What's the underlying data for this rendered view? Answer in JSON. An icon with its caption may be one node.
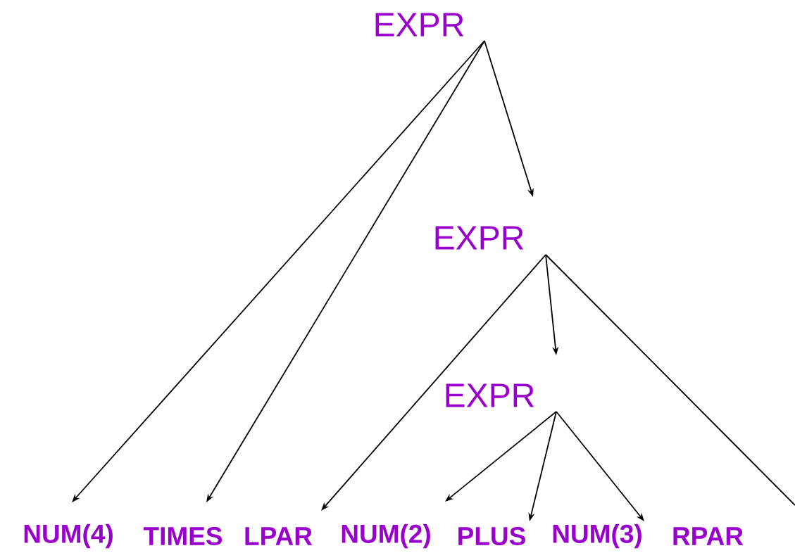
{
  "diagram": {
    "nodes": [
      {
        "text": [
          "EXPR"
        ]
      },
      {
        "text": [
          "EXPR"
        ]
      },
      {
        "text": [
          "EXPR"
        ]
      },
      {
        "text": [
          "NUM(4)"
        ]
      },
      {
        "text": [
          "TIMES"
        ]
      },
      {
        "text": [
          "LPAR"
        ]
      },
      {
        "text": [
          "NUM(2)"
        ]
      },
      {
        "text": [
          "PLUS"
        ]
      },
      {
        "text": [
          "NUM(3)"
        ]
      },
      {
        "text": [
          "RPAR"
        ]
      }
    ],
    "edges": [
      {
        "from": 0,
        "to": 3,
        "arrow": "to"
      },
      {
        "from": 0,
        "to": 4,
        "arrow": "to"
      },
      {
        "from": 0,
        "to": 1,
        "arrow": "to"
      },
      {
        "from": 1,
        "to": 5,
        "arrow": "to"
      },
      {
        "from": 1,
        "to": 2,
        "arrow": "to"
      },
      {
        "from": 1,
        "to": null,
        "arrow": "none"
      },
      {
        "from": 2,
        "to": 6,
        "arrow": "to"
      },
      {
        "from": 2,
        "to": 7,
        "arrow": "to"
      },
      {
        "from": 2,
        "to": 8,
        "arrow": "to"
      }
    ]
  }
}
